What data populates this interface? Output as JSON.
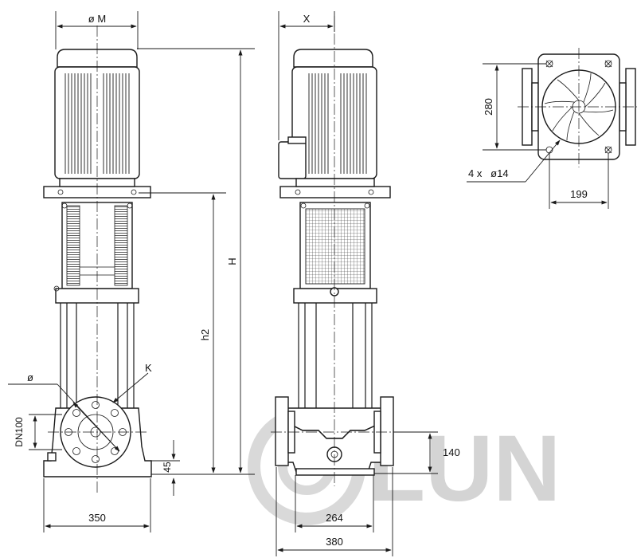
{
  "drawing": {
    "labels": {
      "motor_diameter": "ø M",
      "motor_offset": "X",
      "total_height": "H",
      "inlet_height": "h2",
      "flange_diameter": "ø",
      "bolt_circle": "K",
      "nominal_diameter": "DN100",
      "base_height": "45",
      "front_base_width": "350",
      "side_port_height": "140",
      "side_base_width_inner": "264",
      "side_base_width_outer": "380",
      "foot_height": "280",
      "foot_width": "199",
      "mounting_holes": "4 x   ø14"
    },
    "watermark": "LUN"
  }
}
